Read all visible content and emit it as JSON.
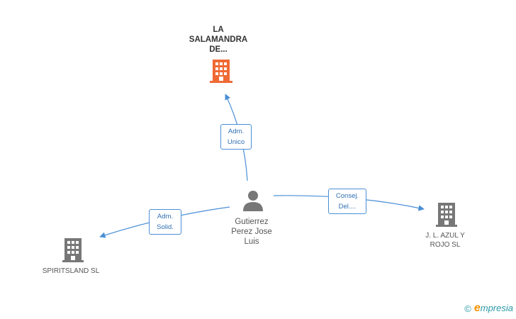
{
  "colors": {
    "focus_company": "#f06a35",
    "company": "#777777",
    "person": "#777777",
    "edge": "#4a8fd6"
  },
  "nodes": {
    "focus": {
      "label_lines": [
        "LA",
        "SALAMANDRA",
        "DE..."
      ],
      "icon": "building-icon"
    },
    "person": {
      "label_lines": [
        "Gutierrez",
        "Perez Jose",
        "Luis"
      ],
      "icon": "person-icon"
    },
    "company_right": {
      "label_lines": [
        "J. L. AZUL Y",
        "ROJO SL"
      ],
      "icon": "building-icon"
    },
    "company_left": {
      "label_lines": [
        "SPIRITSLAND SL"
      ],
      "icon": "building-icon"
    }
  },
  "edges": {
    "to_focus": {
      "lines": [
        "Adm.",
        "Unico"
      ]
    },
    "to_right": {
      "lines": [
        "Consej.",
        "Del...."
      ]
    },
    "to_left": {
      "lines": [
        "Adm.",
        "Solid."
      ]
    }
  },
  "footer": {
    "copyright": "©",
    "brand_initial": "e",
    "brand_rest": "mpresia"
  }
}
